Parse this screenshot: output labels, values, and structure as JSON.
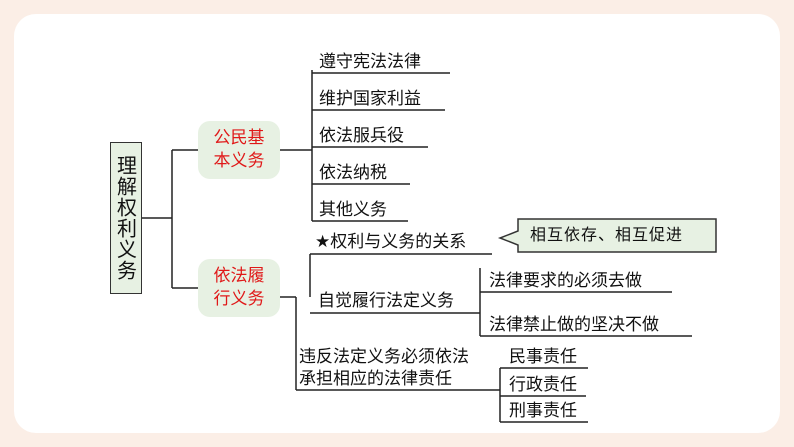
{
  "root": "理解权利义务",
  "branch1": {
    "title": "公民基本义务",
    "items": [
      "遵守宪法法律",
      "维护国家利益",
      "依法服兵役",
      "依法纳税",
      "其他义务"
    ]
  },
  "branch2": {
    "title": "依法履行义务",
    "relation": "★权利与义务的关系",
    "callout": "相互依存、相互促进",
    "consciously": "自觉履行法定义务",
    "sub_items": [
      "法律要求的必须去做",
      "法律禁止做的坚决不做"
    ],
    "violate_line1": "违反法定义务必须依法",
    "violate_line2": "承担相应的法律责任",
    "liabilities": [
      "民事责任",
      "行政责任",
      "刑事责任"
    ]
  },
  "colors": {
    "box_fill": "#e7f1e3",
    "red_text": "#e01818",
    "background": "#fbeee6"
  }
}
